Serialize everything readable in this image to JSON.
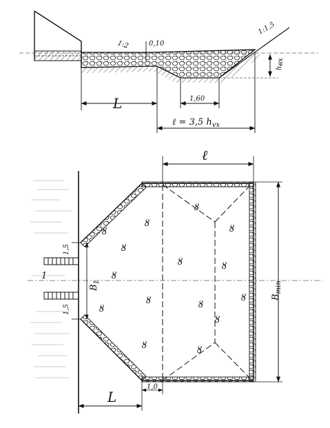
{
  "section": {
    "slope_left": "1:2",
    "top_dim": "0,10",
    "slope_right": "1:1,5",
    "dim_bottom": "1,60",
    "dim_L": "L",
    "dim_l": "ℓ = 3,5 h",
    "dim_l_sub": "vx",
    "depth": "h",
    "depth_sub": "вх"
  },
  "plan": {
    "dim_l": "ℓ",
    "b1": "B",
    "b1_sub": "1",
    "bmin": "B",
    "bmin_sub": "min",
    "gap_top": "1,5",
    "gap_bottom": "1,5",
    "edge_bottom": "1,0",
    "dim_L": "L",
    "pipe_mark": "1",
    "stone_mark": "ȣ"
  }
}
